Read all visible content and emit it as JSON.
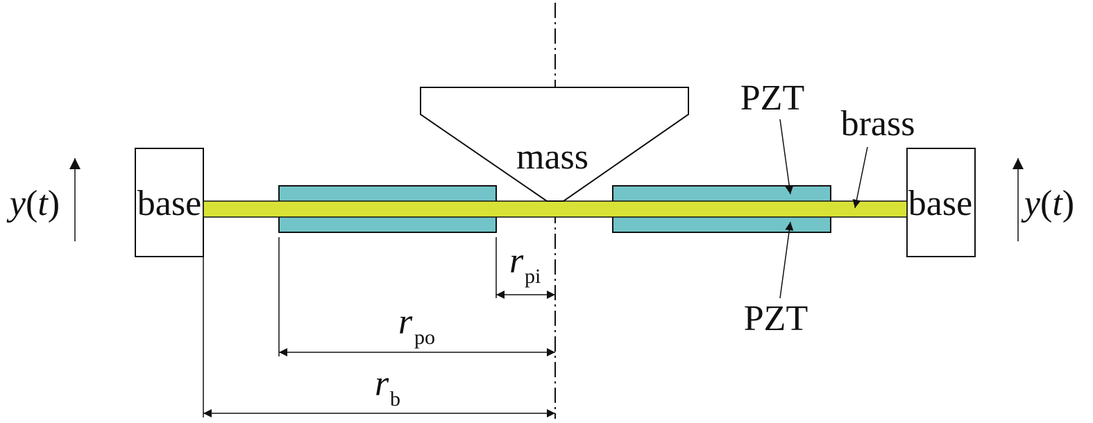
{
  "labels": {
    "base_left": "base",
    "base_right": "base",
    "mass": "mass",
    "pzt_top": "PZT",
    "pzt_bottom": "PZT",
    "brass": "brass",
    "excitation_left": {
      "var": "y",
      "open": "(",
      "arg": "t",
      "close": ")"
    },
    "excitation_right": {
      "var": "y",
      "open": "(",
      "arg": "t",
      "close": ")"
    }
  },
  "dimensions": {
    "r_pi": {
      "symbol": "r",
      "subscript": "pi"
    },
    "r_po": {
      "symbol": "r",
      "subscript": "po"
    },
    "r_b": {
      "symbol": "r",
      "subscript": "b"
    }
  },
  "colors": {
    "brass": "#d8e236",
    "pzt": "#72c4c8",
    "line": "#111111",
    "background": "#ffffff"
  }
}
